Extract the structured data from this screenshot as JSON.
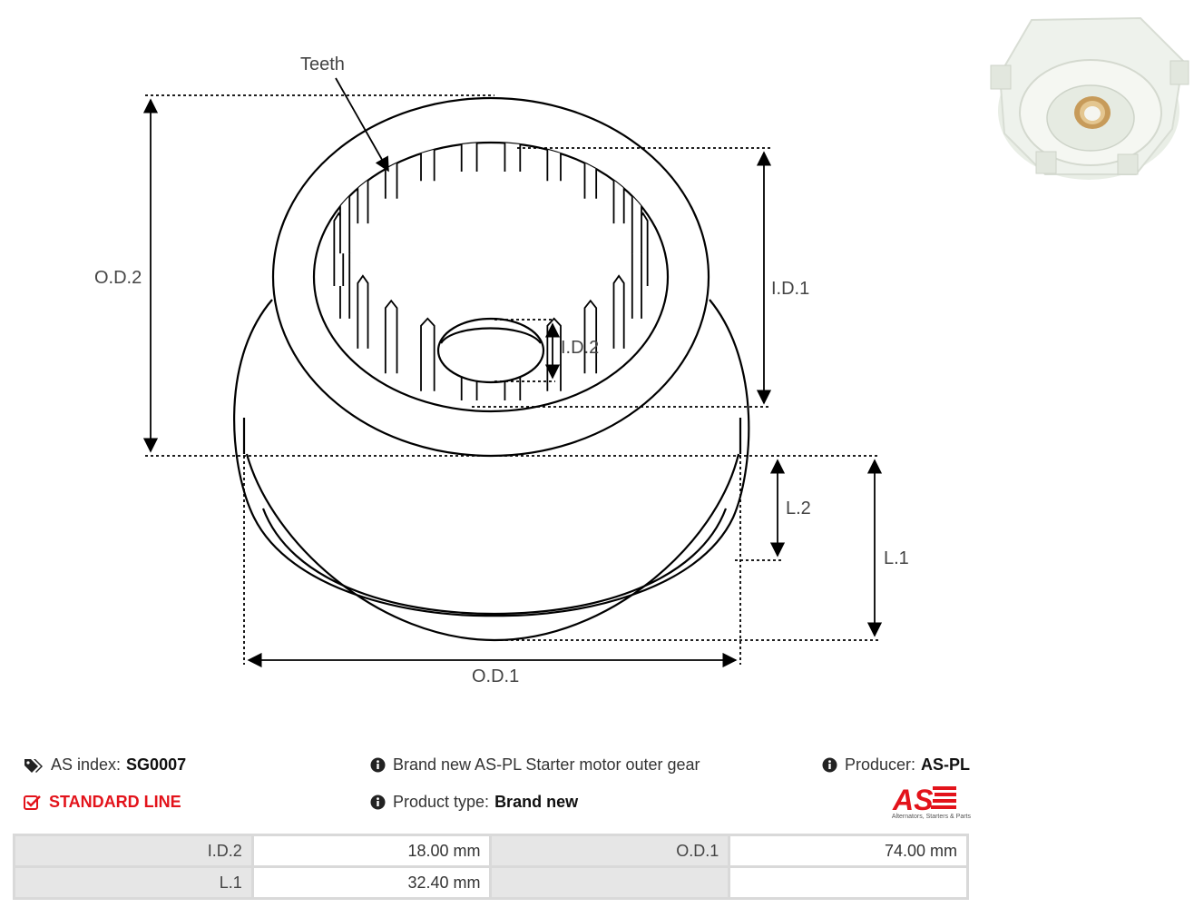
{
  "diagram": {
    "callout_label": "Teeth",
    "dimension_labels": {
      "od2": "O.D.2",
      "id1": "I.D.1",
      "id2": "I.D.2",
      "l2": "L.2",
      "l1": "L.1",
      "od1": "O.D.1"
    }
  },
  "photo": {
    "icon_name": "starter-outer-gear-photo"
  },
  "info": {
    "as_index_label": "AS index:",
    "as_index_value": "SG0007",
    "line_label": "STANDARD LINE",
    "description": "Brand new AS-PL Starter motor outer gear",
    "product_type_label": "Product type:",
    "product_type_value": "Brand new",
    "producer_label": "Producer:",
    "producer_value": "AS-PL"
  },
  "logo": {
    "mark": "AS",
    "tagline": "Alternators, Starters & Parts",
    "brand_color": "#e3131b"
  },
  "specs": {
    "rows": [
      {
        "k1": "I.D.2",
        "v1": "18.00 mm",
        "k2": "O.D.1",
        "v2": "74.00 mm"
      },
      {
        "k1": "L.1",
        "v1": "32.40 mm",
        "k2": "",
        "v2": ""
      }
    ]
  },
  "colors": {
    "accent_red": "#e3131b",
    "table_key_bg": "#e6e6e6",
    "table_border": "#d9d9d9"
  }
}
